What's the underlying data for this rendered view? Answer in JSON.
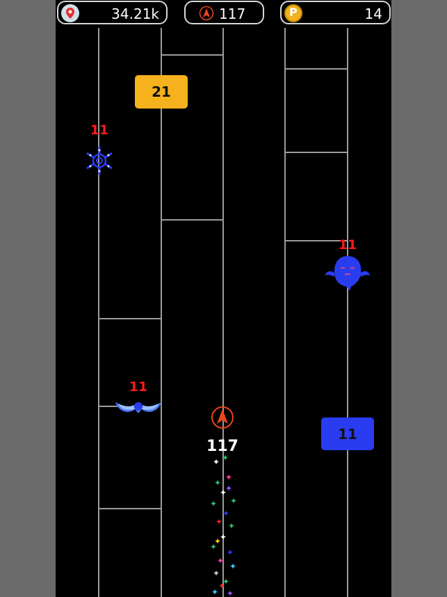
{
  "hud": {
    "distance": "34.21k",
    "ammo": "117",
    "coins": "14",
    "distance_icon": "map-pin-icon",
    "ammo_icon": "arrow-ship-icon",
    "coin_icon": "coin-p-icon",
    "coin_letter": "P"
  },
  "blocks": [
    {
      "value": "21",
      "color": "#f6b21c"
    },
    {
      "value": "11",
      "color": "#2a3cf0"
    }
  ],
  "enemies": [
    {
      "type": "snowflake-enemy",
      "hp": "11"
    },
    {
      "type": "ghost-enemy",
      "hp": "11"
    },
    {
      "type": "bat-enemy",
      "hp": "11"
    }
  ],
  "player": {
    "hp": "117"
  },
  "colors": {
    "enemy_blue": "#2a3cf0",
    "hp_red": "#ff1a1a",
    "player_orange": "#e8461c"
  }
}
